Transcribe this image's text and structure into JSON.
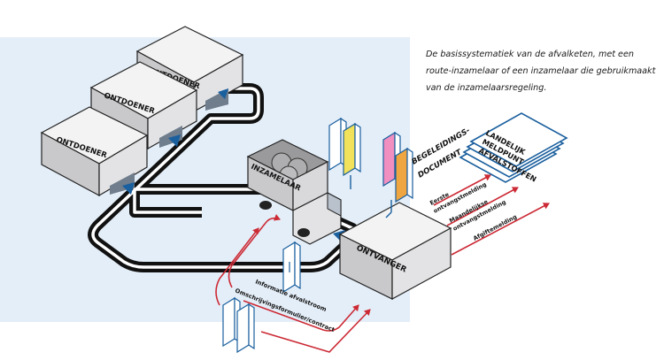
{
  "caption": "De basissystematiek van de afvalketen, met een route-inzamelaar of een inzamelaar die gebruikmaakt van de inzamelaarsregeling.",
  "labels": {
    "ontdoener": "ONTDOENER",
    "inzamelaar": "INZAMELAAR",
    "ontvanger": "ONTVANGER",
    "begeleidingsdocument_1": "BEGELEIDINGS-",
    "begeleidingsdocument_2": "DOCUMENT",
    "lma_1": "LANDELIJK",
    "lma_2": "MELDPUNT",
    "lma_3": "AFVALSTOFFEN",
    "eerste_1": "Eerste",
    "eerste_2": "ontvangstmelding",
    "maandelijkse_1": "Maandelijkse",
    "maandelijkse_2": "ontvangstmelding",
    "afgiftemelding": "Afgiftemelding",
    "informatie_afvalstroom": "Informatie afvalstroom",
    "omschrijvingsformulier": "Omschrijvingsformulier/contract"
  },
  "colors": {
    "background_panel": "#e4eef8",
    "box_front": "#c9c9cb",
    "box_side": "#e3e3e5",
    "box_top": "#f3f3f4",
    "outline": "#222222",
    "road": "#111111",
    "triangle": "#1a5f9e",
    "red_arrow": "#cc2a35",
    "doc_blue": "#1a5f9e",
    "doc_yellow": "#f2e15a",
    "doc_pink": "#f08fc0",
    "doc_orange": "#f0a640"
  }
}
